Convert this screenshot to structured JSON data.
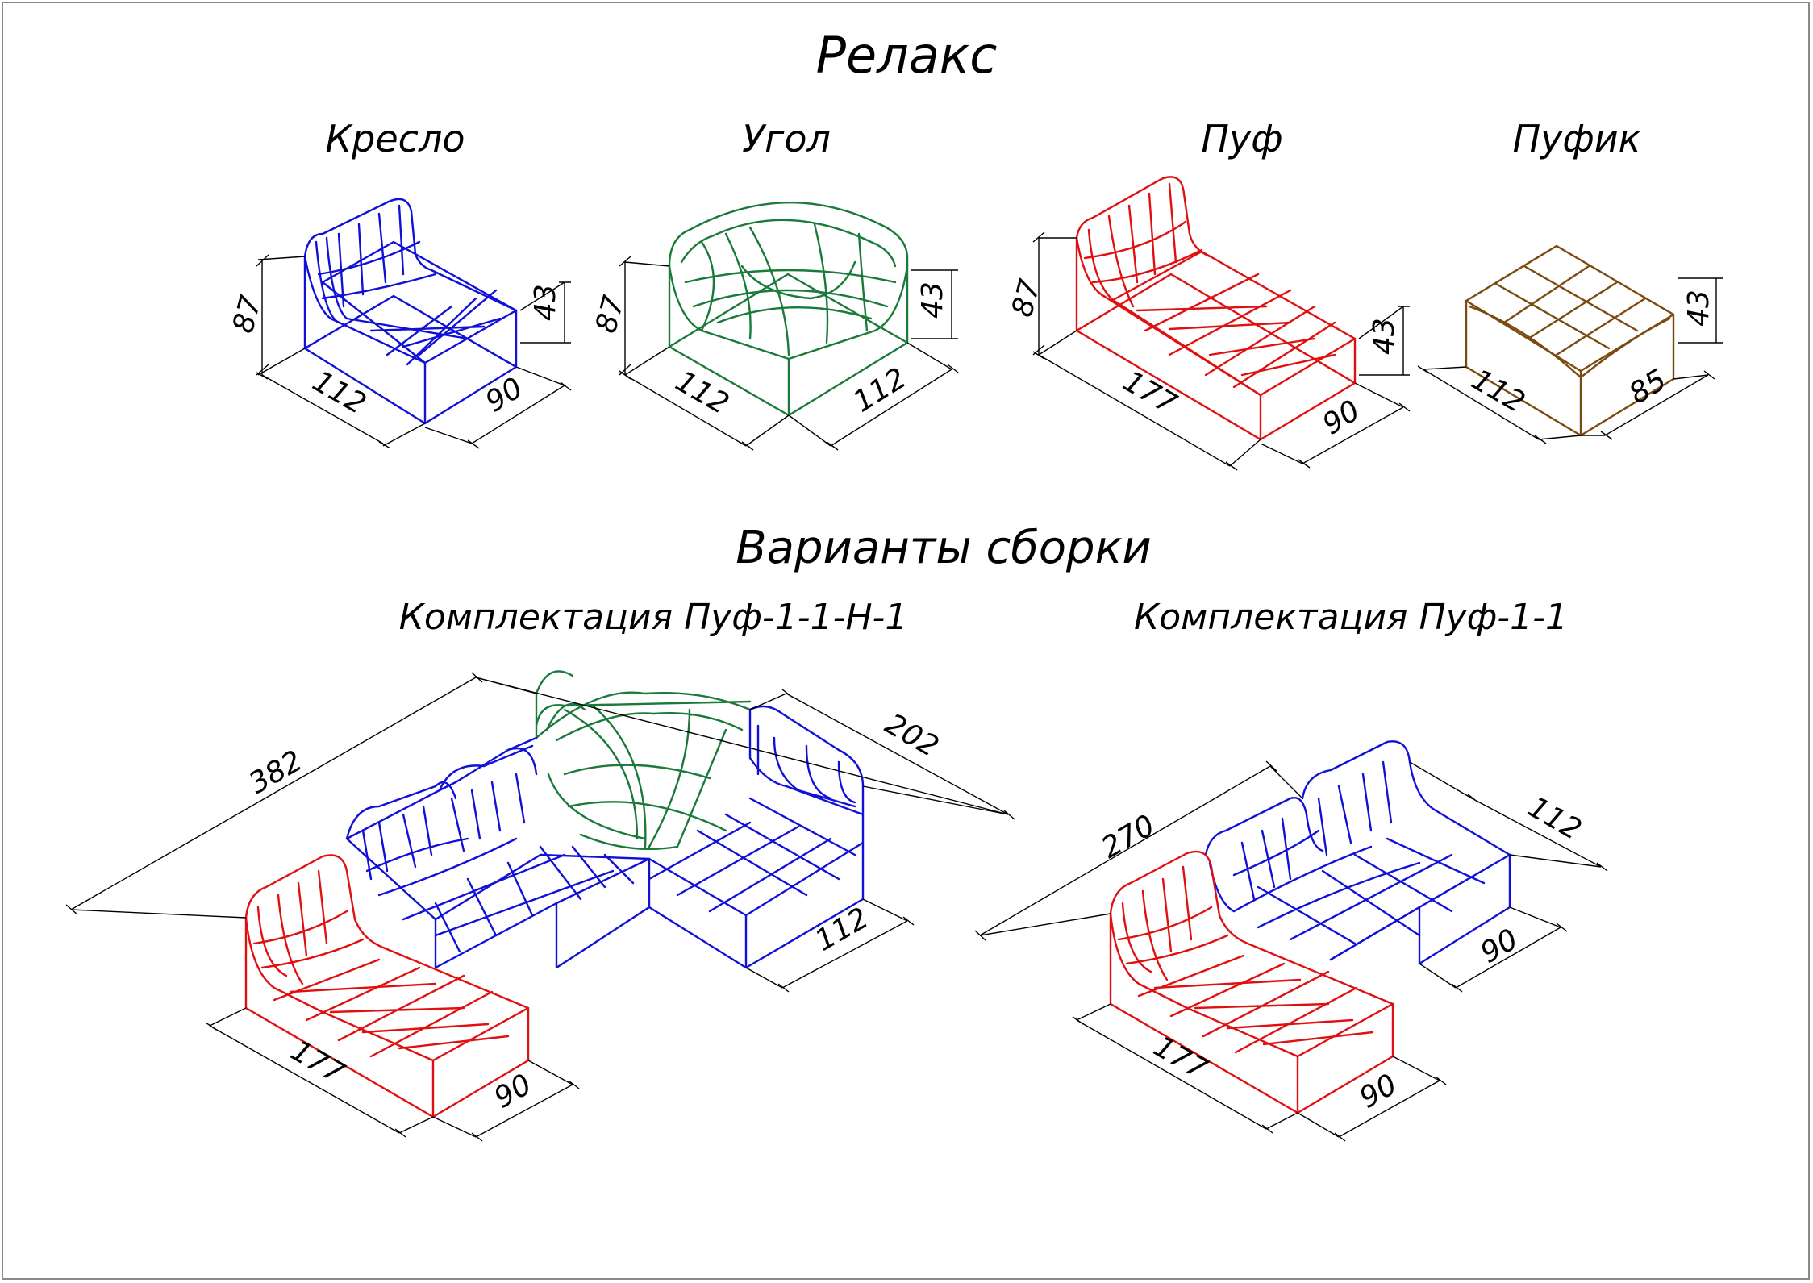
{
  "title": "Релакс",
  "modules": [
    {
      "label": "Кресло",
      "dims": [
        "87",
        "112",
        "90",
        "43"
      ],
      "color": "#1010d8"
    },
    {
      "label": "Угол",
      "dims": [
        "87",
        "112",
        "112",
        "43"
      ],
      "color": "#1a7a3a"
    },
    {
      "label": "Пуф",
      "dims": [
        "87",
        "177",
        "90",
        "43"
      ],
      "color": "#e01010"
    },
    {
      "label": "Пуфик",
      "dims": [
        "112",
        "85",
        "43"
      ],
      "color": "#7a4a10"
    }
  ],
  "assembly_heading": "Варианты сборки",
  "assemblies": [
    {
      "label": "Комплектация Пуф-1-1-Н-1",
      "dims": [
        "382",
        "202",
        "112",
        "177",
        "90"
      ]
    },
    {
      "label": "Комплектация Пуф-1-1",
      "dims": [
        "270",
        "112",
        "90",
        "177",
        "90"
      ]
    }
  ]
}
